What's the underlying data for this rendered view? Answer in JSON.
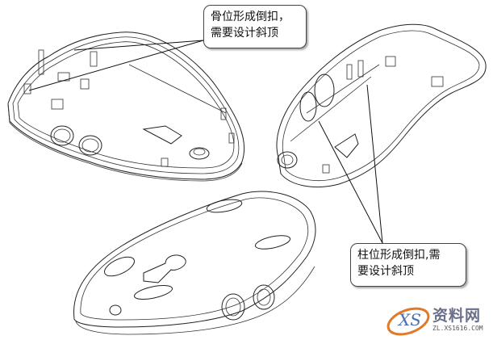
{
  "figure": {
    "subject": "mouse-shell-mold-undercut-illustration",
    "views": [
      {
        "id": "top-left",
        "label": "upper shell interior view (left)"
      },
      {
        "id": "top-right",
        "label": "upper shell interior view (right)"
      },
      {
        "id": "bottom",
        "label": "shell exterior underside view"
      }
    ]
  },
  "callouts": {
    "top": {
      "line1": "骨位形成倒扣，",
      "line2": "需要设计斜顶"
    },
    "bottom": {
      "line1": "柱位形成倒扣,需",
      "line2": "要设计斜顶"
    }
  },
  "watermark": {
    "logo_text": "XS",
    "site_name": "资料网",
    "url": "ZL.XS1616.COM",
    "color": "#6a6f8a"
  },
  "colors": {
    "line_art": "#222222",
    "background": "#ffffff",
    "watermark_accent": "#d04060"
  }
}
